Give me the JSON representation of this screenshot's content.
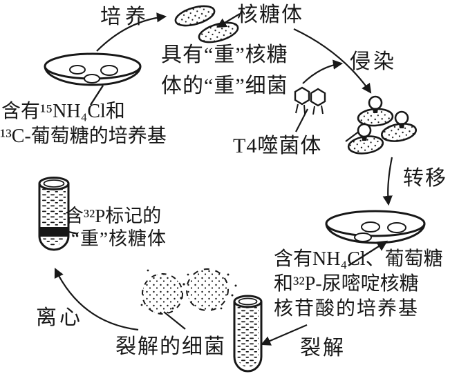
{
  "colors": {
    "ink": "#181818",
    "background": "#ffffff"
  },
  "labels": {
    "culture": "培养",
    "ribosome": "核糖体",
    "heavy_bacteria_line1": "具有“重”核糖",
    "heavy_bacteria_line2": "体的“重”细菌",
    "medium1_line1": "含有¹⁵NH₄Cl和",
    "medium1_line2": "¹³C-葡萄糖的培养基",
    "t4_phage": "T4噬菌体",
    "infect": "侵染",
    "transfer": "转移",
    "medium2_line1": "含有NH₄Cl、葡萄糖",
    "medium2_line2": "和³²P-尿嘧啶核糖",
    "medium2_line3": "核苷酸的培养基",
    "lysis": "裂解",
    "lysed_bacteria": "裂解的细菌",
    "centrifuge": "离心",
    "result_line1": "含³²P标记的",
    "result_line2": "“重”核糖体"
  }
}
